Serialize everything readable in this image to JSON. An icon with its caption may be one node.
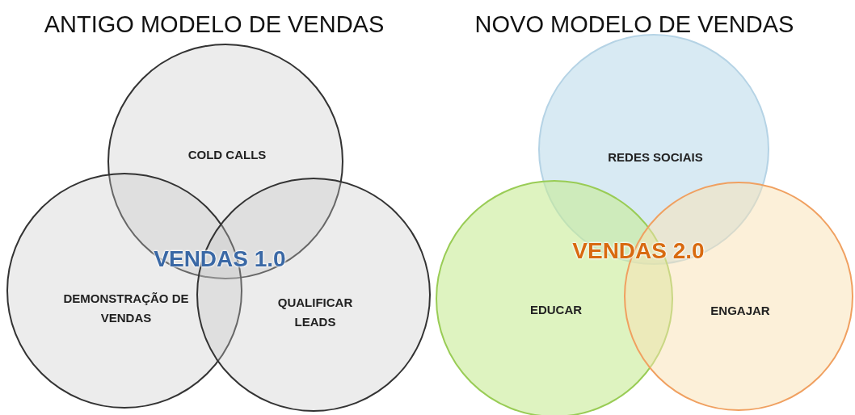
{
  "diagram": {
    "nodes": [
      {
        "text": [
          "COLD CALLS"
        ]
      },
      {
        "text": [
          "DEMONSTRAÇÃO DE VENDAS"
        ]
      },
      {
        "text": [
          "QUALIFICAR LEADS"
        ]
      },
      {
        "text": [
          "REDES SOCIAIS"
        ]
      },
      {
        "text": [
          "EDUCAR"
        ]
      },
      {
        "text": [
          "ENGAJAR"
        ]
      }
    ],
    "edges": [],
    "labels": [
      "ANTIGO MODELO DE VENDAS",
      "NOVO MODELO DE VENDAS",
      "VENDAS 1.0",
      "VENDAS 2.0"
    ]
  }
}
